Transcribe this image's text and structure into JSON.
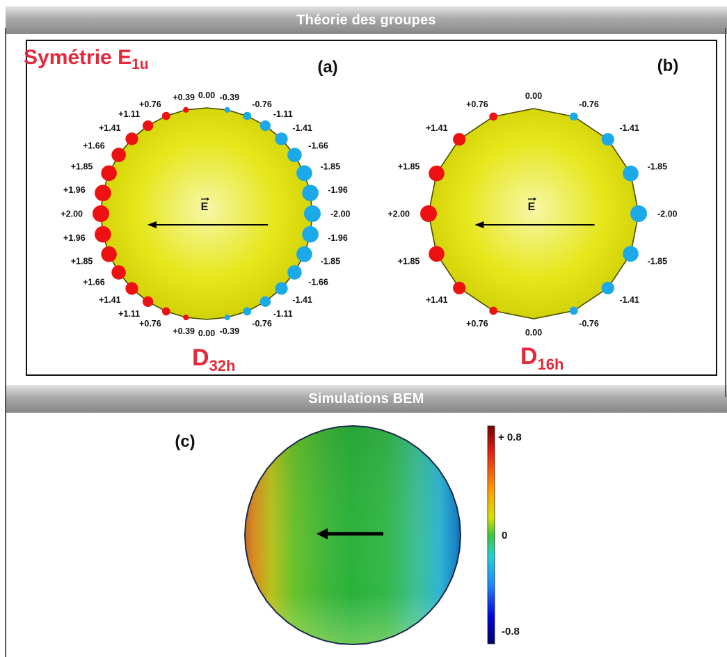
{
  "sections": {
    "theory_title": "Théorie des groupes",
    "bem_title": "Simulations BEM"
  },
  "symmetry": {
    "label": "Symétrie E",
    "subscript": "1u"
  },
  "panel_a": {
    "tag": "(a)",
    "group": "D",
    "group_sub": "32h",
    "field_label": "E",
    "left_charges": [
      "+0.39",
      "+0.76",
      "+1.11",
      "+1.41",
      "+1.66",
      "+1.85",
      "+1.96",
      "+2.00",
      "+1.96",
      "+1.85",
      "+1.66",
      "+1.41",
      "+1.11",
      "+0.76",
      "+0.39"
    ],
    "right_charges": [
      "-0.39",
      "-0.76",
      "-1.11",
      "-1.41",
      "-1.66",
      "-1.85",
      "-1.96",
      "-2.00",
      "-1.96",
      "-1.85",
      "-1.66",
      "-1.41",
      "-1.11",
      "-0.76",
      "-0.39"
    ],
    "top_charge": "0.00",
    "bottom_charge": "0.00"
  },
  "panel_b": {
    "tag": "(b)",
    "group": "D",
    "group_sub": "16h",
    "field_label": "E",
    "left_charges": [
      "+0.76",
      "+1.41",
      "+1.85",
      "+2.00",
      "+1.85",
      "+1.41",
      "+0.76"
    ],
    "right_charges": [
      "-0.76",
      "-1.41",
      "-1.85",
      "-2.00",
      "-1.85",
      "-1.41",
      "-0.76"
    ],
    "top_charge": "0.00",
    "bottom_charge": "0.00"
  },
  "panel_c": {
    "tag": "(c)",
    "colorbar": {
      "max_label": "+ 0.8",
      "mid_label": "0",
      "min_label": "-0.8"
    }
  },
  "colors": {
    "positive": "#ee1111",
    "negative": "#1ba9ea",
    "accent_red": "#e5283a",
    "sphere": "#e4e400"
  }
}
